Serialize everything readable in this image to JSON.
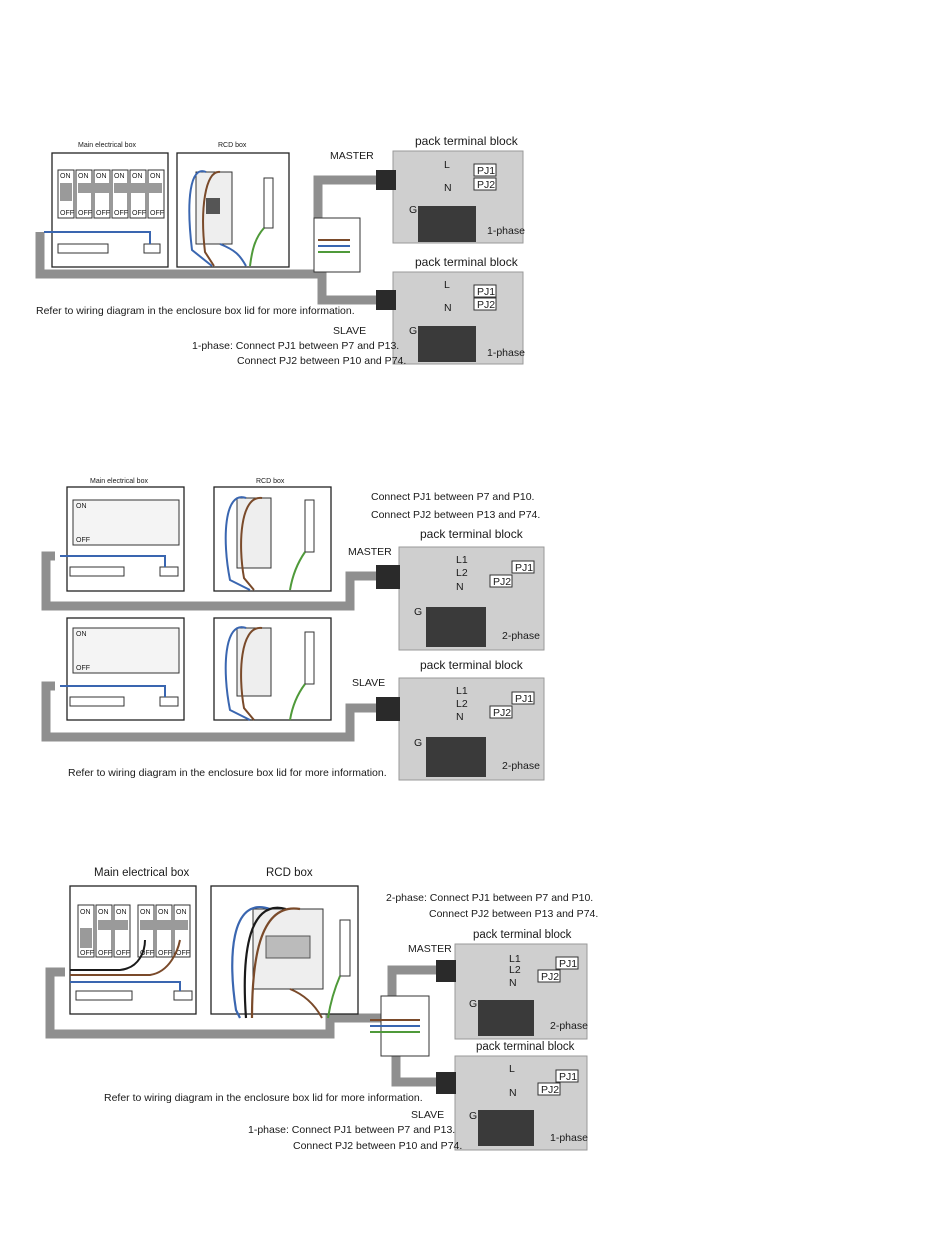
{
  "labels": {
    "main_box": "Main electrical box",
    "rcd_box": "RCD box",
    "pack_terminal_block": "pack terminal block",
    "master": "MASTER",
    "slave": "SLAVE",
    "refer_note": "Refer to wiring diagram in the enclosure box lid for more information.",
    "on": "ON",
    "off": "OFF",
    "term_L": "L",
    "term_L1": "L1",
    "term_L2": "L2",
    "term_N": "N",
    "term_G": "G",
    "pj1": "PJ1",
    "pj2": "PJ2",
    "one_phase": "1-phase",
    "two_phase": "2-phase"
  },
  "diagram1": {
    "note_line1": "1-phase:  Connect PJ1 between P7 and P13.",
    "note_line2": "Connect PJ2 between P10 and P74."
  },
  "diagram2": {
    "note_line1": "Connect PJ1 between P7 and P10.",
    "note_line2": "Connect PJ2 between P13 and P74."
  },
  "diagram3": {
    "note_top_line1": "2-phase:  Connect PJ1 between P7 and P10.",
    "note_top_line2": "Connect PJ2 between P13 and P74.",
    "note_bottom_line1": "1-phase:  Connect PJ1 between P7 and P13.",
    "note_bottom_line2": "Connect PJ2 between P10 and P74."
  },
  "colors": {
    "cable_gray": "#8f8f8f",
    "wire_blue": "#3a66b0",
    "wire_brown": "#7a4a2a",
    "wire_green": "#4f9a3a",
    "wire_yellow": "#d8c23a",
    "panel_gray": "#cfcfcf"
  }
}
